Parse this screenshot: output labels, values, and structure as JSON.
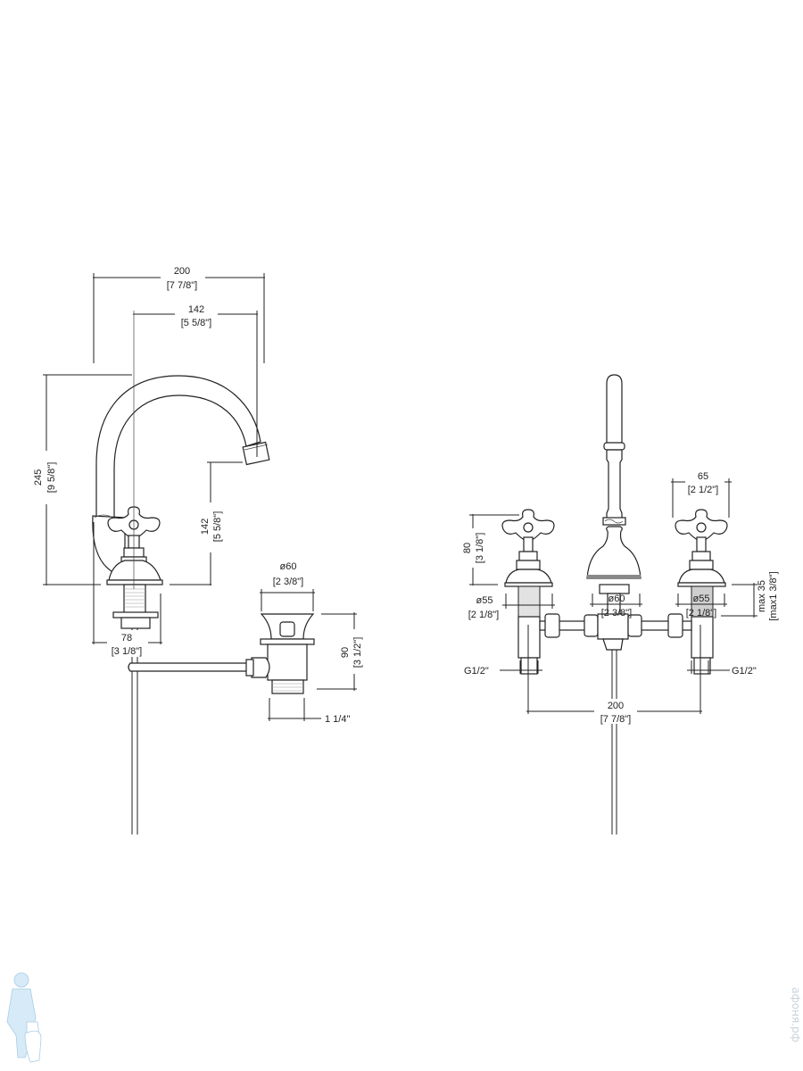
{
  "drawing": {
    "side_view": {
      "width_total": {
        "mm": "200",
        "inch": "[7 7/8\"]"
      },
      "reach": {
        "mm": "142",
        "inch": "[5 5/8\"]"
      },
      "height_total": {
        "mm": "245",
        "inch": "[9 5/8\"]"
      },
      "spout_height": {
        "mm": "142",
        "inch": "[5 5/8\"]"
      },
      "base_width": {
        "mm": "78",
        "inch": "[3 1/8\"]"
      }
    },
    "waste": {
      "diameter": {
        "mm": "ø60",
        "inch": "[2 3/8\"]"
      },
      "height": {
        "mm": "90",
        "inch": "[3 1/2\"]"
      },
      "thread": "1 1/4\""
    },
    "front_view": {
      "handle_height": {
        "mm": "80",
        "inch": "[3 1/8\"]"
      },
      "handle_width": {
        "mm": "65",
        "inch": "[2 1/2\"]"
      },
      "left_flange": {
        "mm": "ø55",
        "inch": "[2 1/8\"]"
      },
      "center_flange": {
        "mm": "ø60",
        "inch": "[2 3/8\"]"
      },
      "right_flange": {
        "mm": "ø55",
        "inch": "[2 1/8\"]"
      },
      "deck_thickness": {
        "mm": "max 35",
        "inch": "[max1 3/8\"]"
      },
      "left_connection": "G1/2\"",
      "right_connection": "G1/2\"",
      "center_distance": {
        "mm": "200",
        "inch": "[7 7/8\"]"
      }
    }
  },
  "watermark": {
    "text": "афоня.рф",
    "logo": "plumber-mascot"
  },
  "colors": {
    "line": "#222222",
    "watermark": "#bcdcf0"
  }
}
